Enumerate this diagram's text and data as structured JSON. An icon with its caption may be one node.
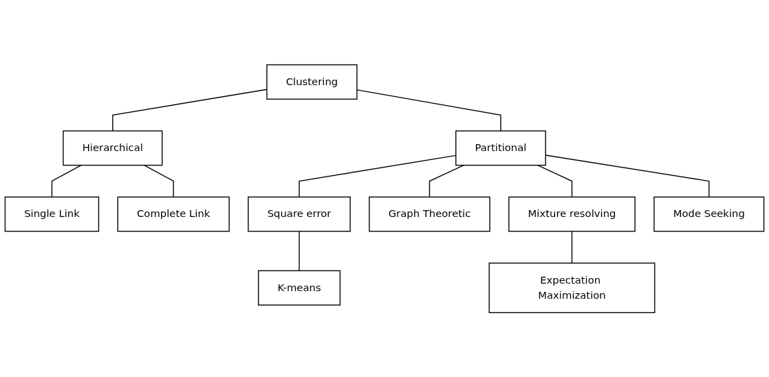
{
  "diagram": {
    "nodes": [
      {
        "text": [
          "Clustering"
        ]
      },
      {
        "text": [
          "Hierarchical"
        ]
      },
      {
        "text": [
          "Partitional"
        ]
      },
      {
        "text": [
          "Single Link"
        ]
      },
      {
        "text": [
          "Complete Link"
        ]
      },
      {
        "text": [
          "Square error"
        ]
      },
      {
        "text": [
          "Graph Theoretic"
        ]
      },
      {
        "text": [
          "Mixture resolving"
        ]
      },
      {
        "text": [
          "Mode Seeking"
        ]
      },
      {
        "text": [
          "K-means"
        ]
      },
      {
        "text": [
          "Expectation Maximization"
        ]
      }
    ],
    "edges": [
      {
        "from": 0,
        "to": 1,
        "arrow": "none"
      },
      {
        "from": 0,
        "to": 2,
        "arrow": "none"
      },
      {
        "from": 1,
        "to": 3,
        "arrow": "none"
      },
      {
        "from": 1,
        "to": 4,
        "arrow": "none"
      },
      {
        "from": 2,
        "to": 5,
        "arrow": "none"
      },
      {
        "from": 2,
        "to": 6,
        "arrow": "none"
      },
      {
        "from": 2,
        "to": 7,
        "arrow": "none"
      },
      {
        "from": 2,
        "to": 8,
        "arrow": "none"
      },
      {
        "from": 5,
        "to": 9,
        "arrow": "none"
      },
      {
        "from": 7,
        "to": 10,
        "arrow": "none"
      }
    ]
  }
}
